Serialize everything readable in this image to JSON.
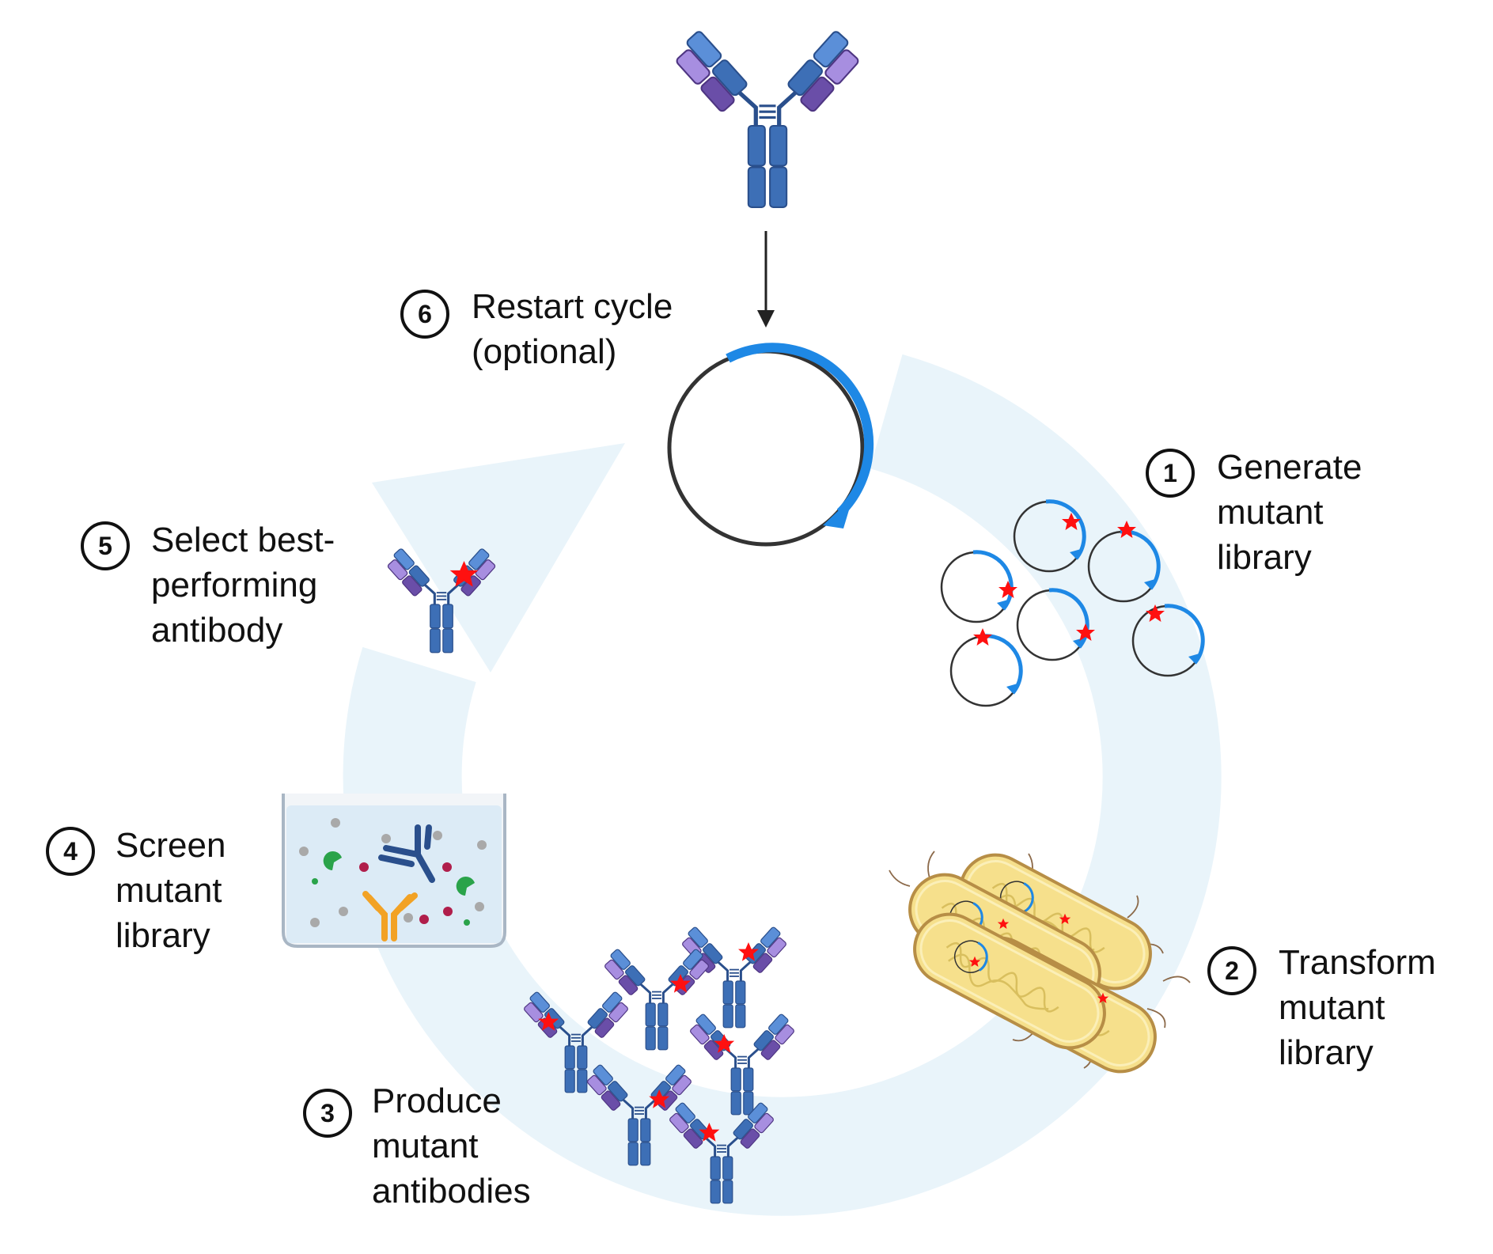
{
  "steps": [
    {
      "number": "1",
      "lines": [
        "Generate",
        "mutant",
        "library"
      ]
    },
    {
      "number": "2",
      "lines": [
        "Transform",
        "mutant",
        "library"
      ]
    },
    {
      "number": "3",
      "lines": [
        "Produce",
        "mutant",
        "antibodies"
      ]
    },
    {
      "number": "4",
      "lines": [
        "Screen",
        "mutant",
        "library"
      ]
    },
    {
      "number": "5",
      "lines": [
        "Select best-",
        "performing",
        "antibody"
      ]
    },
    {
      "number": "6",
      "lines": [
        "Restart cycle",
        "(optional)"
      ]
    }
  ],
  "colors": {
    "cycle_arrow": "#e9f4fa",
    "plasmid_insert": "#1e88e5",
    "plasmid_backbone": "#333333",
    "mutation_star": "#ff0000",
    "heavy_chain": "#3d6fb6",
    "light_chain": "#8a6cc4",
    "bacteria": "#f6e08c",
    "bacteria_outline": "#b78e46",
    "well_liquid": "#dcebf6"
  },
  "icons": [
    "antibody-icon",
    "plasmid-icon",
    "bacteria-icon",
    "screening-well-icon",
    "mutation-star-icon",
    "down-arrow-icon"
  ]
}
